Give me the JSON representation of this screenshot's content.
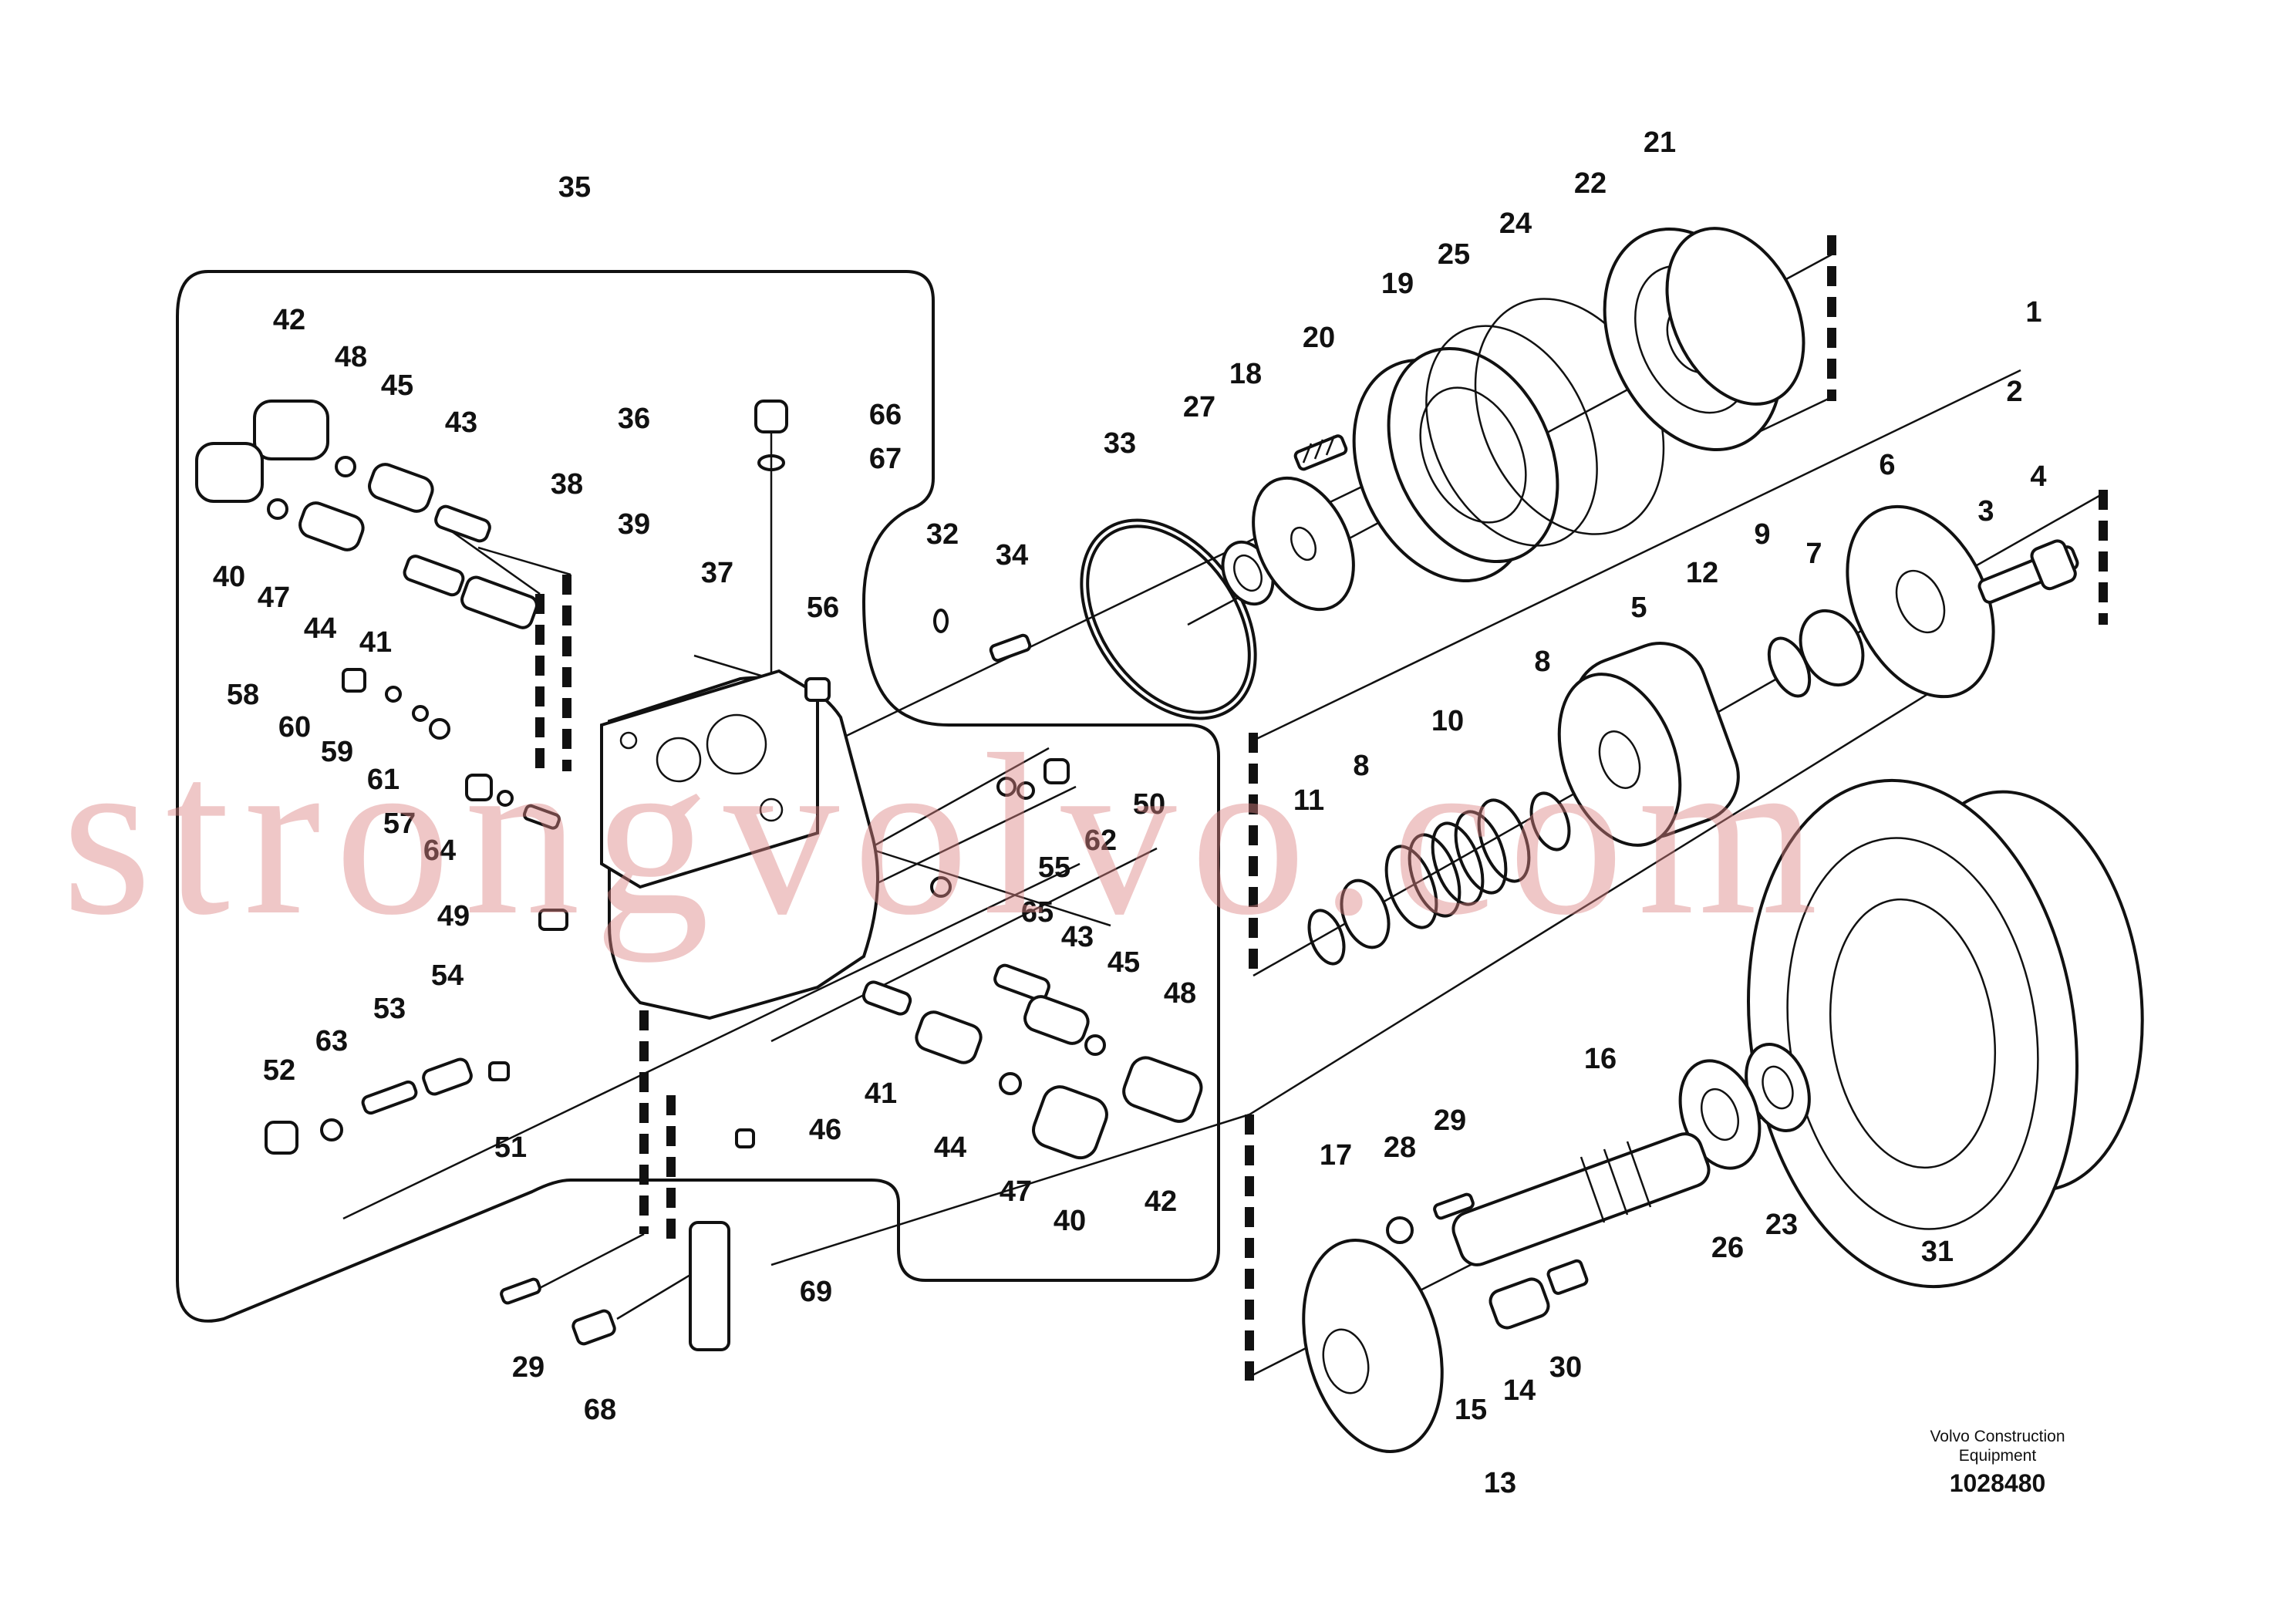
{
  "diagram": {
    "type": "exploded-parts-diagram",
    "callouts": [
      "1",
      "2",
      "3",
      "4",
      "5",
      "6",
      "7",
      "8",
      "8",
      "9",
      "10",
      "11",
      "12",
      "13",
      "14",
      "15",
      "16",
      "17",
      "18",
      "19",
      "20",
      "21",
      "22",
      "23",
      "24",
      "25",
      "26",
      "27",
      "28",
      "29",
      "29",
      "30",
      "31",
      "32",
      "33",
      "34",
      "35",
      "36",
      "37",
      "38",
      "39",
      "40",
      "40",
      "41",
      "41",
      "42",
      "42",
      "43",
      "43",
      "44",
      "44",
      "45",
      "45",
      "46",
      "47",
      "47",
      "48",
      "48",
      "49",
      "50",
      "51",
      "52",
      "53",
      "54",
      "55",
      "56",
      "57",
      "58",
      "59",
      "60",
      "61",
      "62",
      "63",
      "64",
      "65",
      "66",
      "67",
      "68",
      "69"
    ],
    "maker": [
      "Volvo Construction",
      "Equipment"
    ],
    "document_number": "1028480",
    "watermark": "strongvolvo.com"
  }
}
